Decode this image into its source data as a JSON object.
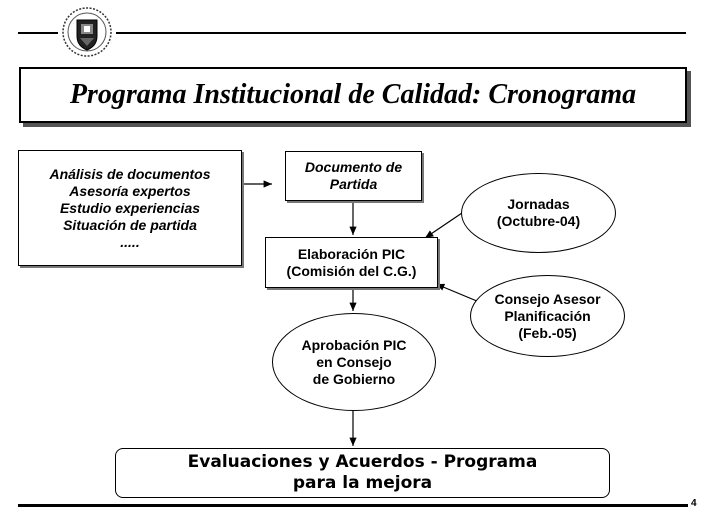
{
  "title": "Programa Institucional de Calidad: Cronograma",
  "logo_alt": "university-seal",
  "left_box": {
    "lines": [
      "Análisis de documentos",
      "Asesoría expertos",
      "Estudio experiencias",
      "Situación de partida",
      "....."
    ]
  },
  "documento_box": {
    "lines": [
      "Documento de",
      "Partida"
    ]
  },
  "elaboracion_box": {
    "lines": [
      "Elaboración PIC",
      "(Comisión del C.G.)"
    ]
  },
  "jornadas_ellipse": {
    "lines": [
      "Jornadas",
      "(Octubre-04)"
    ]
  },
  "consejo_ellipse": {
    "lines": [
      "Consejo Asesor",
      "Planificación",
      "(Feb.-05)"
    ]
  },
  "aprobacion_ellipse": {
    "lines": [
      "Aprobación PIC",
      "en Consejo",
      "de Gobierno"
    ]
  },
  "bottom_box": {
    "lines": [
      "Evaluaciones y Acuerdos - Programa",
      "para la mejora"
    ]
  },
  "page_number": "4"
}
